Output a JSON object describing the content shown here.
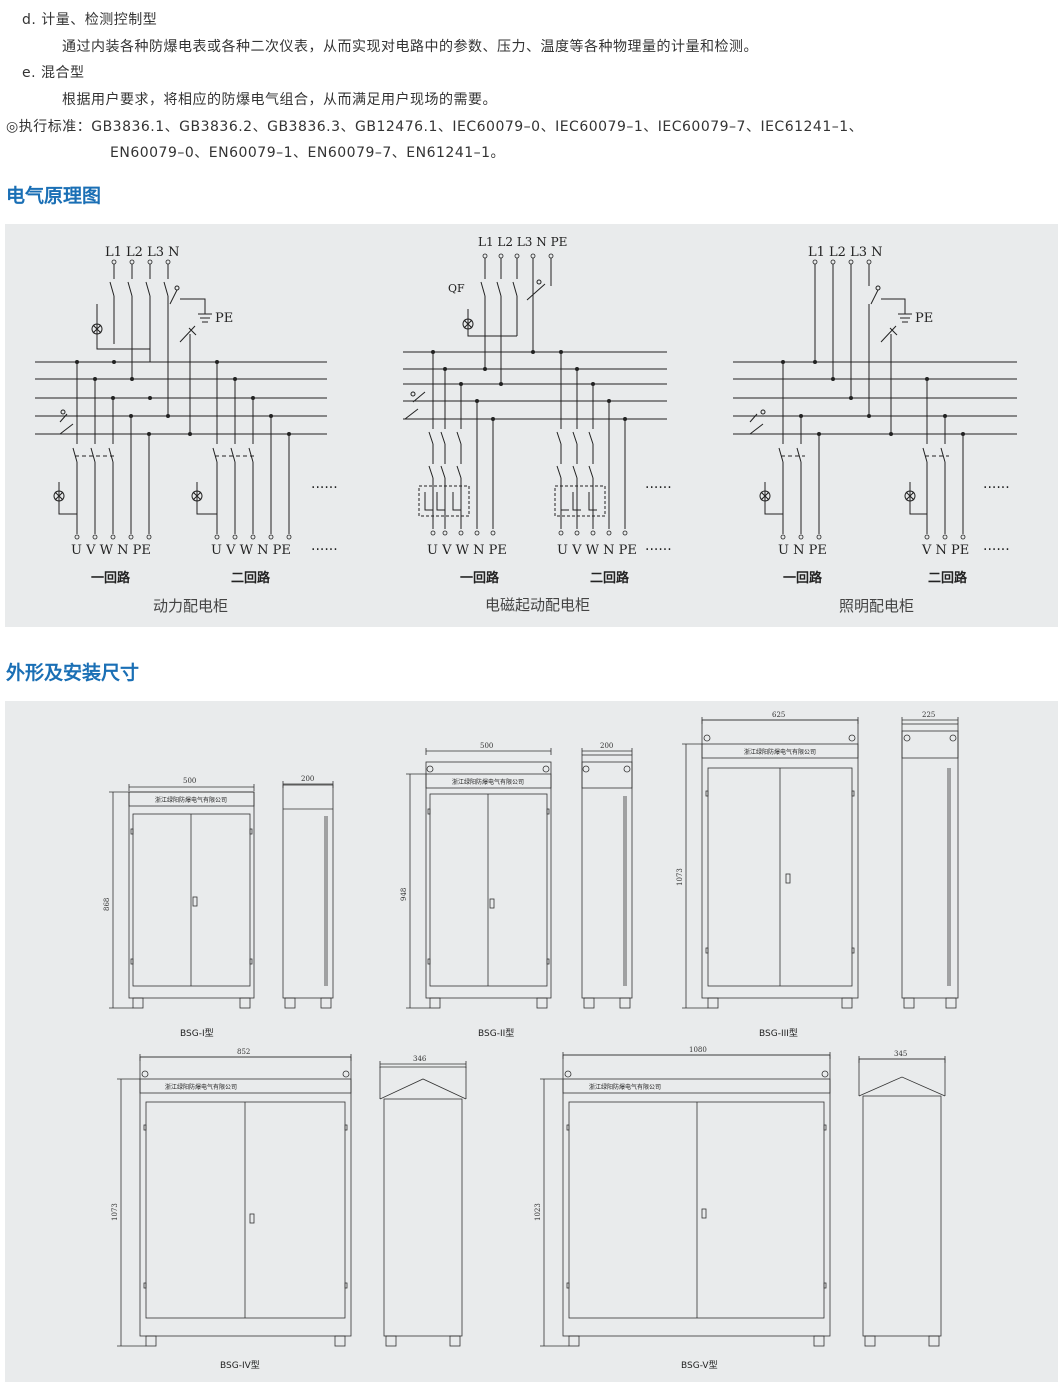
{
  "intro": {
    "line_d": "d. 计量、检测控制型",
    "line_d_desc": "通过内装各种防爆电表或各种二次仪表，从而实现对电路中的参数、压力、温度等各种物理量的计量和检测。",
    "line_e": "e. 混合型",
    "line_e_desc": "根据用户要求，将相应的防爆电气组合，从而满足用户现场的需要。",
    "standards_1": "◎执行标准：GB3836.1、GB3836.2、GB3836.3、GB12476.1、IEC60079–0、IEC60079–1、IEC60079–7、IEC61241–1、",
    "standards_2": "EN60079–0、EN60079–1、EN60079–7、EN61241–1。"
  },
  "section_schematic": {
    "title": "电气原理图",
    "diagrams": [
      {
        "top_labels": "L1 L2 L3  N",
        "pe": "PE",
        "circuit1": "一回路",
        "circuit2": "二回路",
        "terms1": "U  V  W  N  PE",
        "terms2": "U  V  W  N  PE",
        "dots": "······",
        "caption": "动力配电柜"
      },
      {
        "top_labels": "L1 L2 L3  N  PE",
        "qf": "QF",
        "circuit1": "一回路",
        "circuit2": "二回路",
        "terms1": "U V W N PE",
        "terms2": "U V W N PE",
        "dots": "······",
        "caption": "电磁起动配电柜"
      },
      {
        "top_labels": "L1 L2 L3  N",
        "pe": "PE",
        "circuit1": "一回路",
        "circuit2": "二回路",
        "terms1": "U  N  PE",
        "terms2": "V  N  PE",
        "dots": "······",
        "caption": "照明配电柜"
      }
    ]
  },
  "section_dimensions": {
    "title": "外形及安装尺寸",
    "company": "浙江绿阳防爆电气有限公司",
    "models": [
      {
        "name": "BSG-I型",
        "width": "500",
        "height": "868",
        "depth": "200"
      },
      {
        "name": "BSG-II型",
        "width": "500",
        "height": "948",
        "depth": "200"
      },
      {
        "name": "BSG-III型",
        "width": "625",
        "height": "1073",
        "depth": "225"
      },
      {
        "name": "BSG-IV型",
        "width": "852",
        "height": "1073",
        "depth": "346"
      },
      {
        "name": "BSG-V型",
        "width": "1080",
        "height": "1023",
        "depth": "345"
      }
    ]
  },
  "colors": {
    "heading": "#1a6fb5",
    "panel_bg": "#e9ebec",
    "line": "#222222"
  }
}
